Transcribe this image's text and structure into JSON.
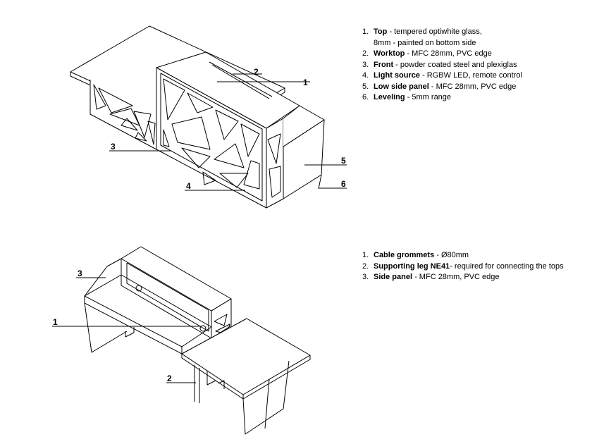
{
  "top_diagram": {
    "callouts": [
      "1",
      "2",
      "3",
      "4",
      "5",
      "6"
    ],
    "specs": [
      {
        "num": "1.",
        "label": "Top",
        "desc": " - tempered optiwhite glass,",
        "cont": "8mm - painted on bottom side"
      },
      {
        "num": "2.",
        "label": "Worktop",
        "desc": " - MFC 28mm, PVC edge"
      },
      {
        "num": "3.",
        "label": "Front",
        "desc": " - powder coated steel and plexiglas"
      },
      {
        "num": "4.",
        "label": "Light source",
        "desc": " - RGBW LED, remote control"
      },
      {
        "num": "5.",
        "label": "Low side panel",
        "desc": " - MFC 28mm, PVC edge"
      },
      {
        "num": "6.",
        "label": "Leveling",
        "desc": " - 5mm range"
      }
    ]
  },
  "bottom_diagram": {
    "callouts": [
      "1",
      "2",
      "3"
    ],
    "specs": [
      {
        "num": "1.",
        "label": "Cable grommets",
        "desc": " - Ø80mm"
      },
      {
        "num": "2.",
        "label": "Supporting leg NE41",
        "desc": "- required for connecting the tops"
      },
      {
        "num": "3.",
        "label": "Side panel",
        "desc": " - MFC 28mm, PVC edge"
      }
    ]
  }
}
